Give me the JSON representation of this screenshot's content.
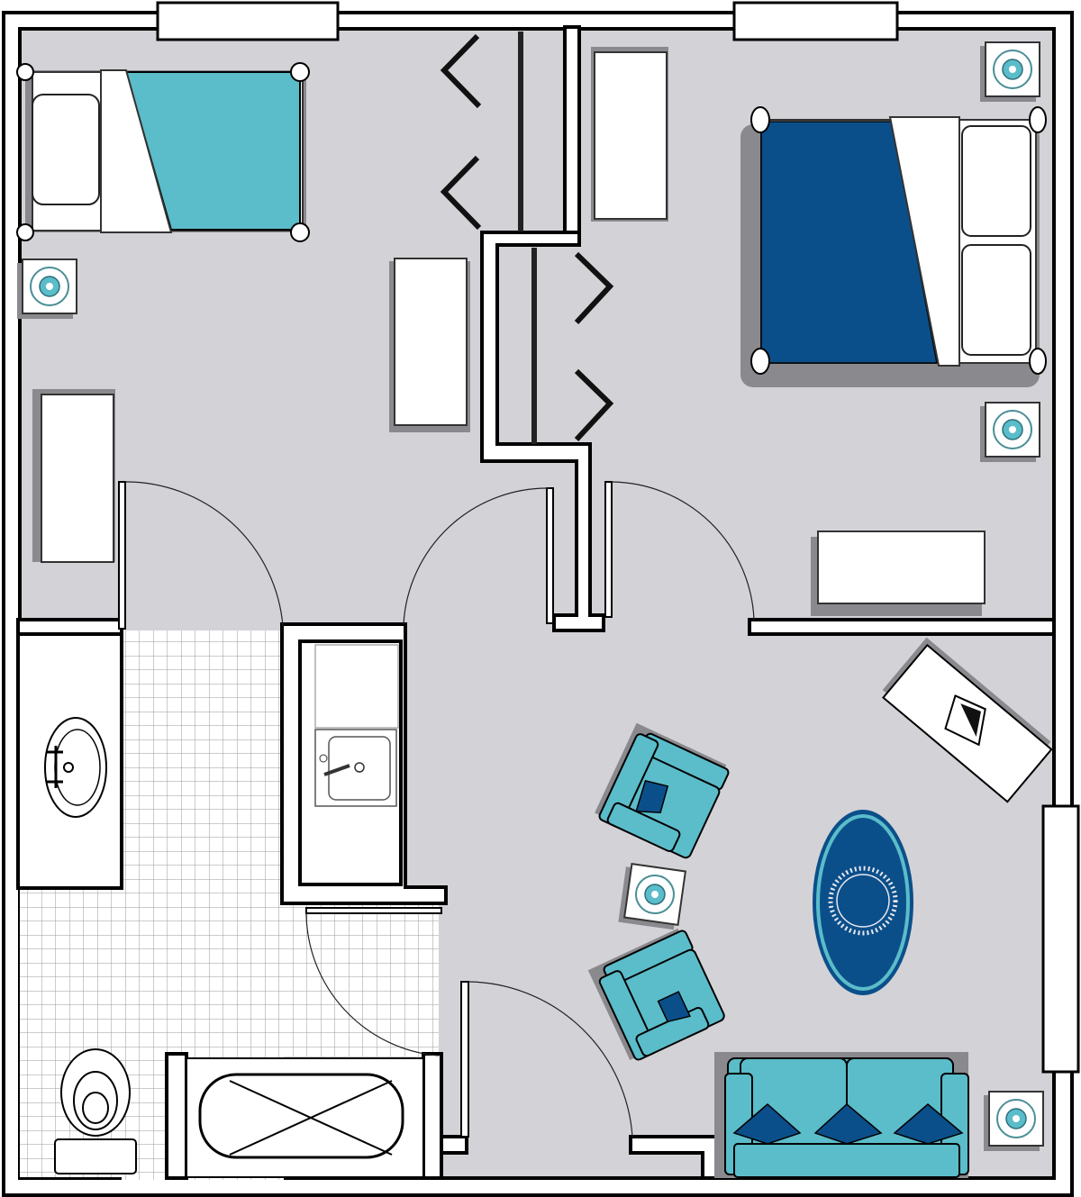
{
  "plan": {
    "type": "floor-plan",
    "rooms": [
      "bedroom-1",
      "bedroom-2",
      "bathroom",
      "kitchenette",
      "living-room",
      "closet"
    ],
    "colors": {
      "floor": "#d3d2d7",
      "teal": "#5bbcca",
      "navy": "#0b4f8a",
      "wall": "#000000"
    },
    "icons": [
      "bed-icon",
      "nightstand-lamp-icon",
      "dresser-icon",
      "armchair-icon",
      "sofa-icon",
      "rug-icon",
      "desk-icon",
      "sink-icon",
      "toilet-icon",
      "bathtub-icon",
      "door-icon",
      "window-icon"
    ]
  }
}
